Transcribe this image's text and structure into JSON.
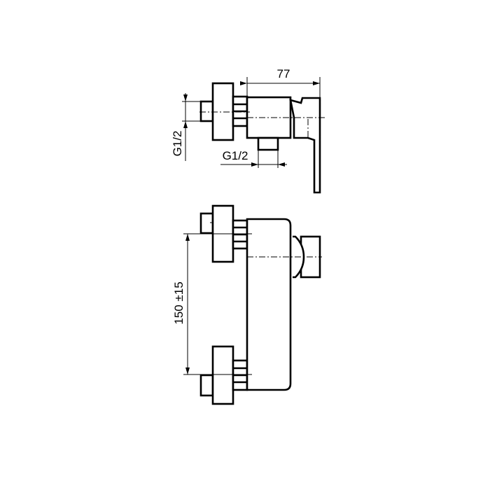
{
  "drawing": {
    "top_view": {
      "depth_dimension": "77",
      "inlet_thread_label": "G1/2",
      "outlet_thread_label": "G1/2"
    },
    "front_view": {
      "inlet_spacing_label": "150 ±15"
    },
    "line_color": "#000000",
    "background_color": "#ffffff"
  }
}
